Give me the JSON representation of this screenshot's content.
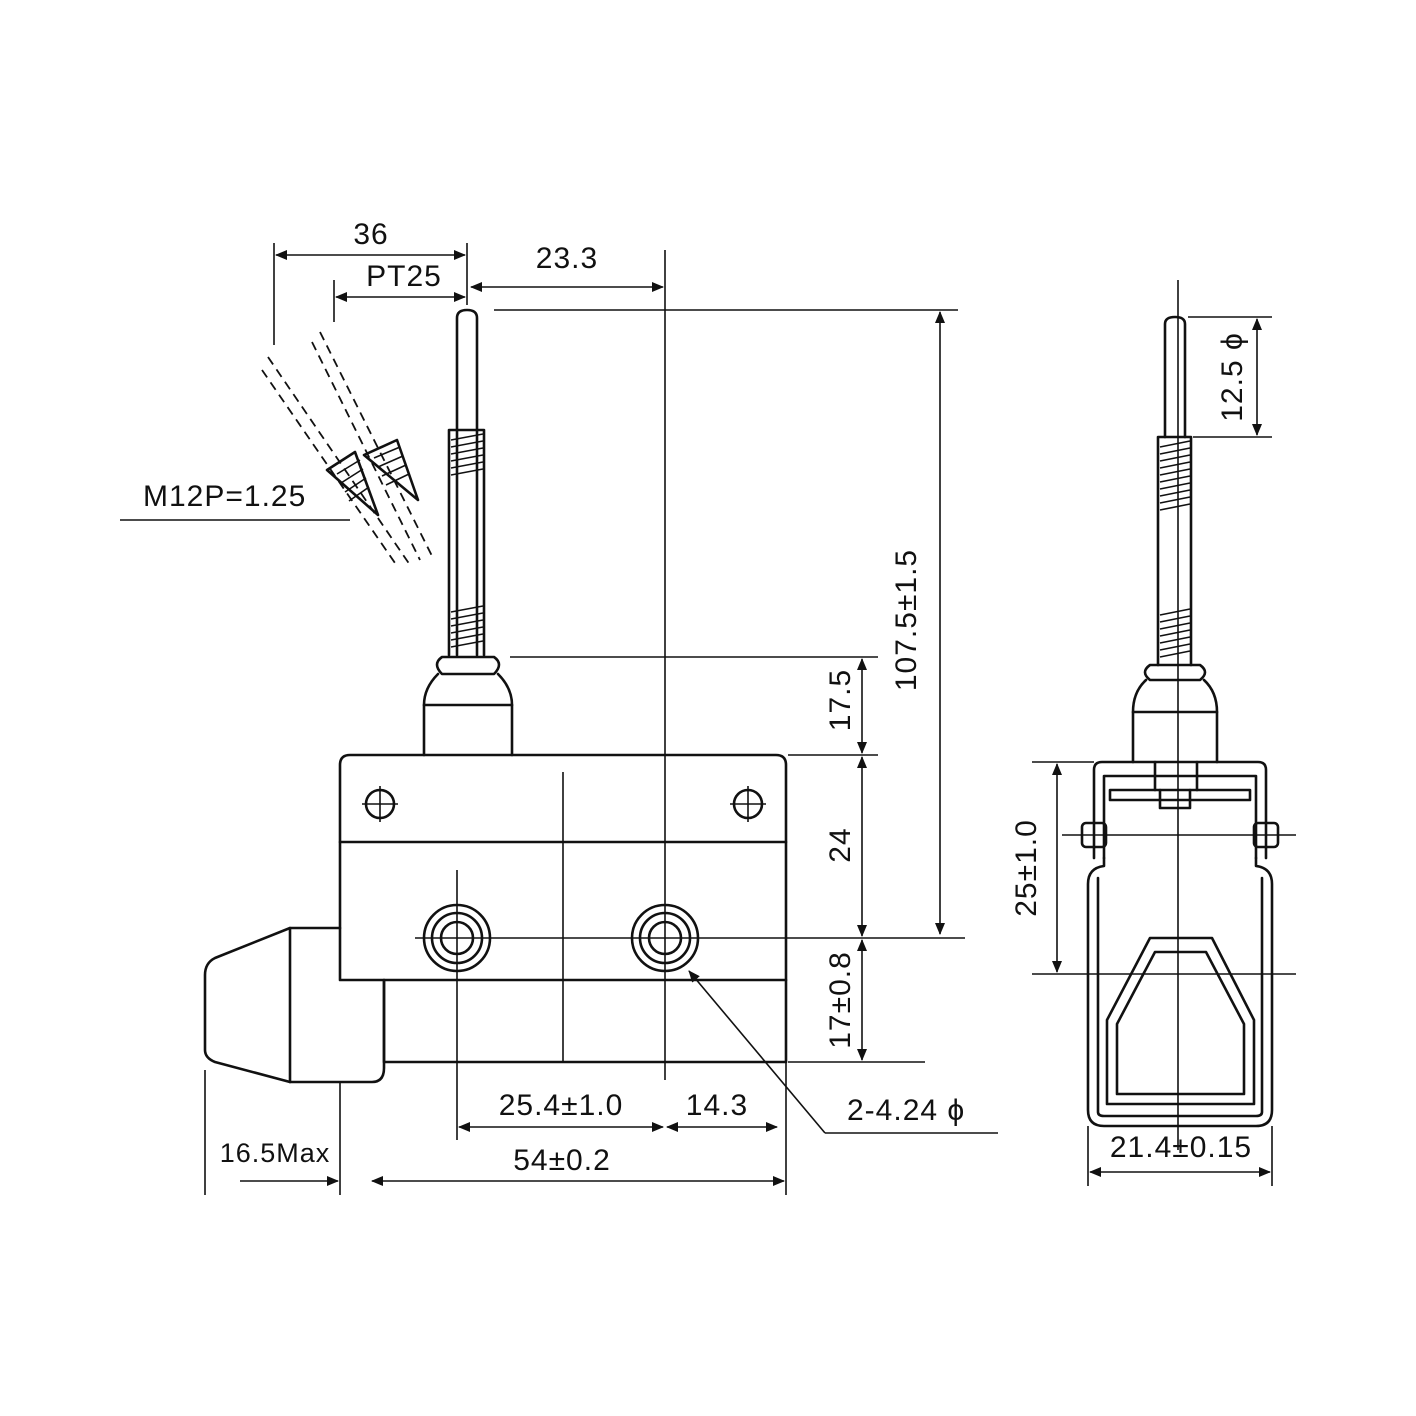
{
  "drawing": {
    "labels": {
      "d36": "36",
      "pt25": "PT25",
      "d23_3": "23.3",
      "thread": "M12P=1.25",
      "d107_5": "107.5±1.5",
      "d17_5": "17.5",
      "d24": "24",
      "d17": "17±0.8",
      "d25_4": "25.4±1.0",
      "d14_3": "14.3",
      "holes": "2-4.24 ϕ",
      "d16_5": "16.5Max",
      "d54": "54±0.2",
      "d12_5": "12.5 ϕ",
      "d25": "25±1.0",
      "d21_4": "21.4±0.15"
    }
  }
}
